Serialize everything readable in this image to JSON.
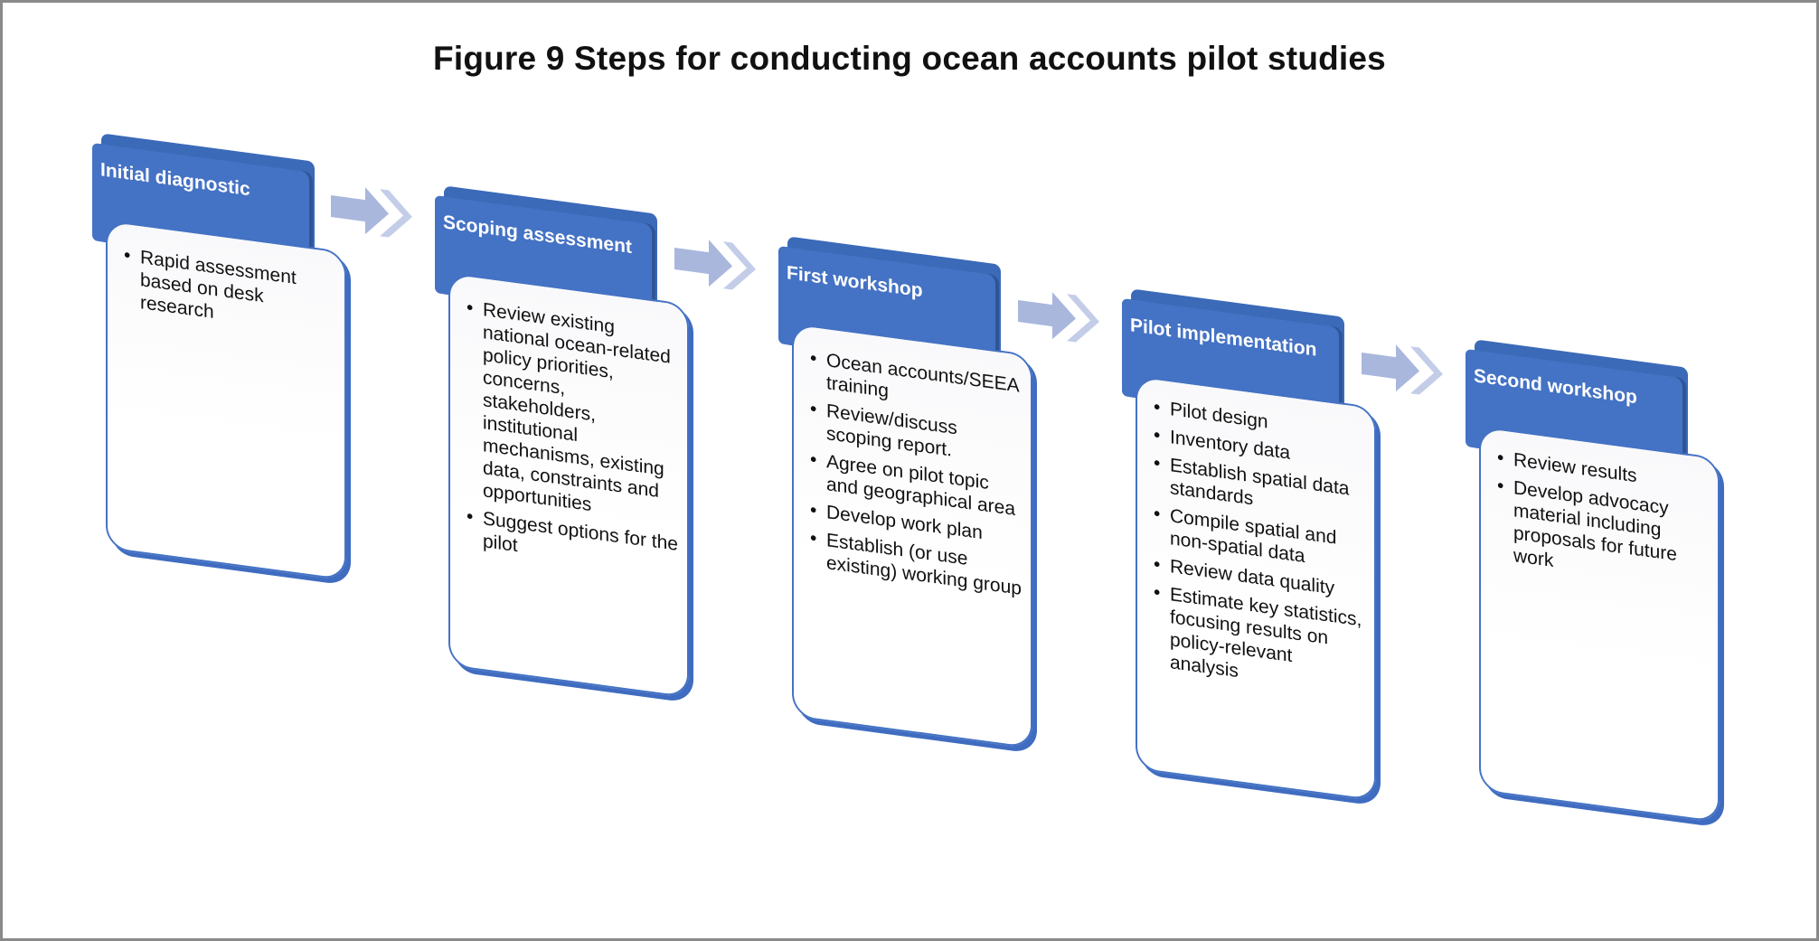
{
  "title": "Figure 9 Steps for conducting ocean accounts pilot studies",
  "colors": {
    "header": "#4472c4",
    "header_dark": "#2f5597",
    "arrow": "#a9b7dd",
    "border": "#8a8a8a"
  },
  "steps": [
    {
      "title": "Initial diagnostic",
      "items": [
        "Rapid assessment based on desk research"
      ]
    },
    {
      "title": "Scoping assessment",
      "items": [
        "Review existing national ocean-related policy priorities, concerns, stakeholders, institutional mechanisms, existing data, constraints and opportunities",
        "Suggest options for the pilot"
      ]
    },
    {
      "title": "First workshop",
      "items": [
        "Ocean accounts/SEEA training",
        "Review/discuss scoping report.",
        "Agree on pilot topic and geographical area",
        "Develop work plan",
        "Establish (or use existing) working group"
      ]
    },
    {
      "title": "Pilot implementation",
      "items": [
        "Pilot design",
        "Inventory data",
        "Establish spatial data standards",
        "Compile spatial and non-spatial data",
        "Review data quality",
        "Estimate key statistics, focusing results on policy-relevant analysis"
      ]
    },
    {
      "title": "Second workshop",
      "items": [
        "Review results",
        "Develop advocacy material including proposals for future work"
      ]
    }
  ],
  "icons": {
    "connector": "right-arrow-icon"
  }
}
